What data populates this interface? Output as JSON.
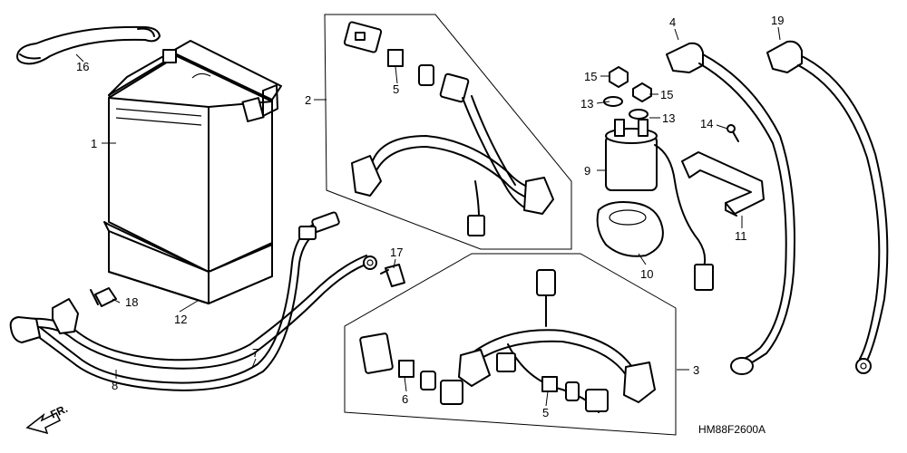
{
  "diagram": {
    "callouts": [
      "1",
      "2",
      "3",
      "4",
      "5",
      "5",
      "6",
      "7",
      "8",
      "9",
      "10",
      "11",
      "12",
      "13",
      "13",
      "14",
      "15",
      "15",
      "16",
      "17",
      "18",
      "19"
    ],
    "front_marker": "FR.",
    "figure_code": "HM88F2600A"
  }
}
